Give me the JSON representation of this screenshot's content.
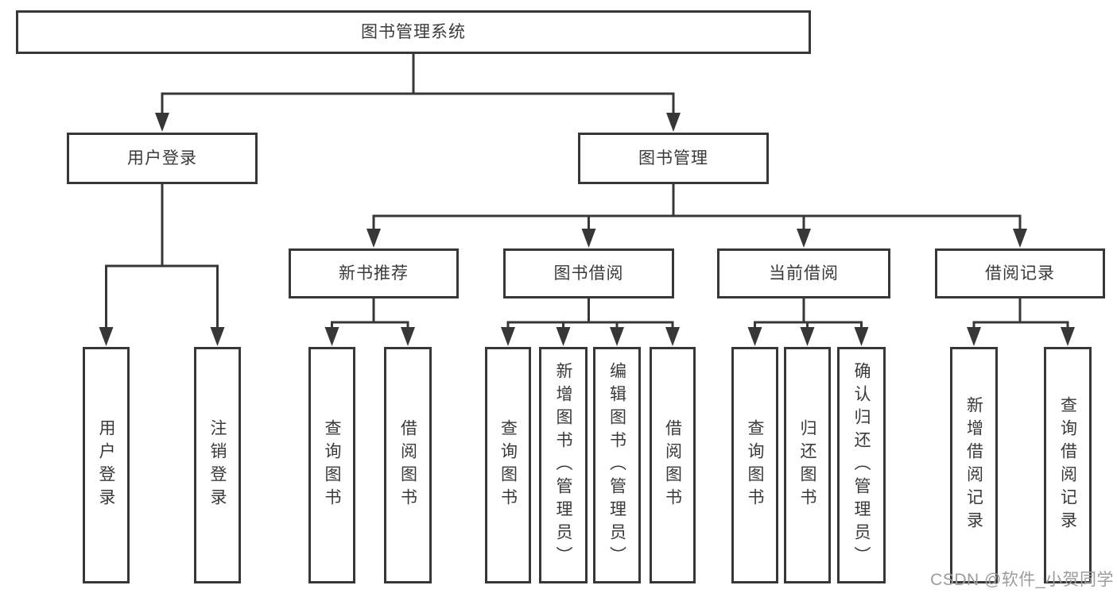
{
  "diagram": {
    "type": "tree",
    "root": {
      "label": "图书管理系统"
    },
    "level2": [
      {
        "id": "user-login",
        "label": "用户登录",
        "parent": "图书管理系统"
      },
      {
        "id": "book-management",
        "label": "图书管理",
        "parent": "图书管理系统"
      }
    ],
    "level3": [
      {
        "id": "new-book-recommendation",
        "label": "新书推荐",
        "parent": "图书管理"
      },
      {
        "id": "book-borrowing",
        "label": "图书借阅",
        "parent": "图书管理"
      },
      {
        "id": "current-borrowing",
        "label": "当前借阅",
        "parent": "图书管理"
      },
      {
        "id": "borrowing-records",
        "label": "借阅记录",
        "parent": "图书管理"
      }
    ],
    "leaves": [
      {
        "label": "用户登录",
        "parent": "用户登录"
      },
      {
        "label": "注销登录",
        "parent": "用户登录"
      },
      {
        "label": "查询图书",
        "parent": "新书推荐"
      },
      {
        "label": "借阅图书",
        "parent": "新书推荐"
      },
      {
        "label": "查询图书",
        "parent": "图书借阅"
      },
      {
        "label": "新增图书（管理员）",
        "parent": "图书借阅"
      },
      {
        "label": "编辑图书（管理员）",
        "parent": "图书借阅"
      },
      {
        "label": "借阅图书",
        "parent": "图书借阅"
      },
      {
        "label": "查询图书",
        "parent": "当前借阅"
      },
      {
        "label": "归还图书",
        "parent": "当前借阅"
      },
      {
        "label": "确认归还（管理员）",
        "parent": "当前借阅"
      },
      {
        "label": "新增借阅记录",
        "parent": "借阅记录"
      },
      {
        "label": "查询借阅记录",
        "parent": "借阅记录"
      }
    ]
  },
  "watermark": {
    "text": "CSDN @软件_小贺同学"
  },
  "colors": {
    "line": "#373737",
    "node_border": "#373737",
    "text": "#3a3a3a",
    "background": "#ffffff",
    "watermark": "#9c9c9c"
  }
}
